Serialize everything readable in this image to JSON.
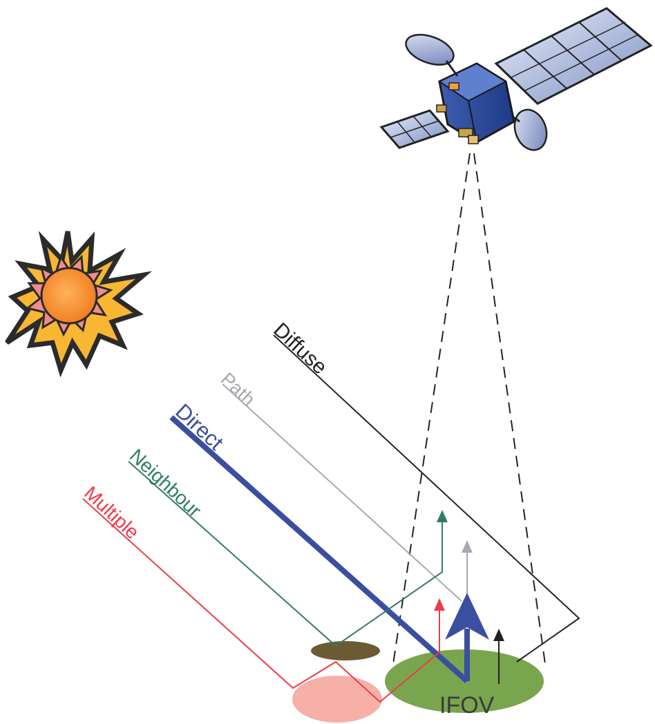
{
  "labels": {
    "diffuse": "Diffuse",
    "path": "Path",
    "direct": "Direct",
    "neighbour": "Neighbour",
    "multiple": "Multiple",
    "ifov": "IFOV"
  },
  "colors": {
    "diffuse": "#222222",
    "path": "#a8a8b0",
    "direct": "#3a4fa0",
    "neighbour": "#2f7d66",
    "multiple": "#ee3b4a",
    "ifov_ground": "#7aa54f",
    "neighbour_patch": "#6b5a33",
    "multiple_patch": "#f6b0a8",
    "sun_core": "#f58a2a",
    "sun_rays": "#f7b733"
  }
}
